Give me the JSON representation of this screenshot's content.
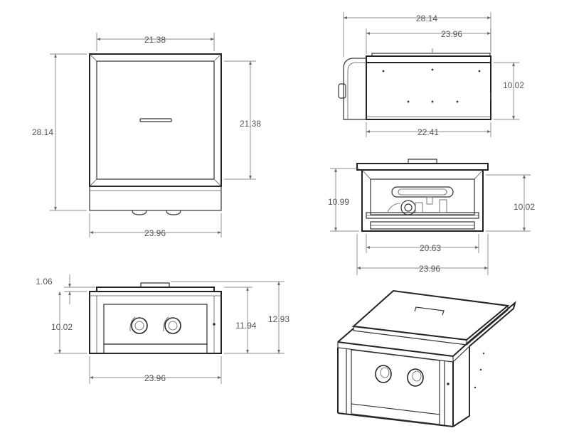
{
  "colors": {
    "line": "#333333",
    "dimension": "#666666",
    "background": "#ffffff"
  },
  "top_view": {
    "width_label": "21.38",
    "depth_label": "28.14",
    "inner_depth_label": "21.38",
    "outer_width_label": "23.96"
  },
  "side_view": {
    "overall_label": "28.14",
    "body_label": "23.96",
    "height_label": "10.02",
    "base_label": "22.41"
  },
  "rear_view": {
    "height_label": "10.99",
    "inner_height_label": "10.02",
    "inner_width_label": "20.63",
    "outer_width_label": "23.96"
  },
  "front_view": {
    "lid_label": "1.06",
    "body_height_label": "10.02",
    "height_label": "11.94",
    "total_height_label": "12.93",
    "width_label": "23.96"
  }
}
